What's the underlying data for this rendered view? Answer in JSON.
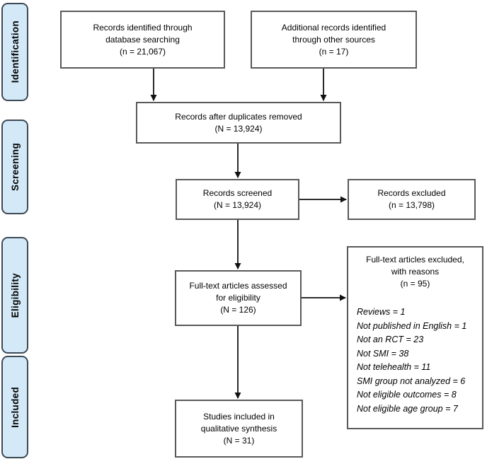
{
  "stages": [
    {
      "label": "Identification"
    },
    {
      "label": "Screening"
    },
    {
      "label": "Eligibility"
    },
    {
      "label": "Included"
    }
  ],
  "boxes": {
    "identified": {
      "lines": [
        "Records identified through",
        "database searching",
        "(n = 21,067)"
      ]
    },
    "additional": {
      "lines": [
        "Additional records identified",
        "through other sources",
        "(n = 17)"
      ]
    },
    "duplicates": {
      "lines": [
        "Records after duplicates removed",
        "(N = 13,924)"
      ]
    },
    "screened": {
      "lines": [
        "Records screened",
        "(N = 13,924)"
      ]
    },
    "excluded": {
      "lines": [
        "Records excluded",
        "(n = 13,798)"
      ]
    },
    "fulltext": {
      "lines": [
        "Full-text articles assessed",
        "for eligibility",
        "(N = 126)"
      ]
    },
    "reasons": {
      "header": [
        "Full-text articles excluded,",
        "with reasons",
        "(n = 95)"
      ],
      "items": [
        "Reviews = 1",
        "Not published in English = 1",
        "Not an RCT = 23",
        "Not SMI = 38",
        "Not telehealth = 11",
        "SMI group not analyzed = 6",
        "Not eligible outcomes = 8",
        "Not eligible age group = 7"
      ]
    },
    "included": {
      "lines": [
        "Studies included in",
        "qualitative synthesis",
        "(N = 31)"
      ]
    }
  },
  "colors": {
    "stage_fill": "#d3e9f7",
    "stage_border": "#3d4a55",
    "box_border": "#595959",
    "arrow": "#111111",
    "text": "#000000"
  }
}
